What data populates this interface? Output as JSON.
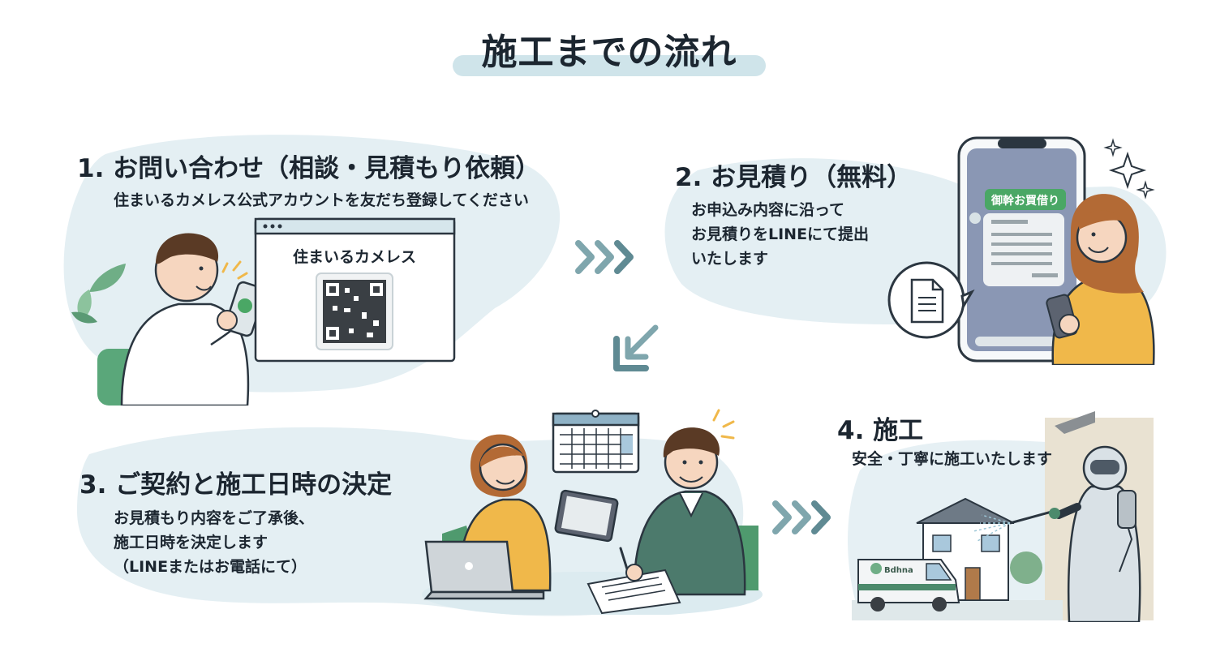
{
  "title": "施工までの流れ",
  "steps": [
    {
      "title": "1. お問い合わせ（相談・見積もり依頼）",
      "description": "住まいるカメレス公式アカウントを友だち登録してください",
      "illustration_text": "住まいるカメレス"
    },
    {
      "title": "2. お見積り（無料）",
      "description_lines": [
        "お申込み内容に沿って",
        "お見積りをLINEにて提出",
        "いたします"
      ],
      "phone_header": "御幹お買借り"
    },
    {
      "title": "3. ご契約と施工日時の決定",
      "description_lines": [
        "お見積もり内容をご了承後、",
        "施工日時を決定します",
        "（LINEまたはお電話にて）"
      ]
    },
    {
      "title": "4. 施工",
      "description": "安全・丁寧に施工いたします",
      "van_text": "Bdhna"
    }
  ],
  "colors": {
    "accent_teal": "#7fa6ad",
    "blob": "#e4eff3",
    "highlight": "#cfe4ea",
    "line_green": "#4aa765",
    "sweater": "#f0b84a",
    "workwear": "#4c7a6c"
  },
  "icons": [
    "qr-code-icon",
    "document-icon",
    "sparkle-icon",
    "leaf-icon",
    "calendar-icon",
    "laptop-icon",
    "tablet-icon",
    "chevron-right-icon",
    "chevron-down-left-icon"
  ]
}
